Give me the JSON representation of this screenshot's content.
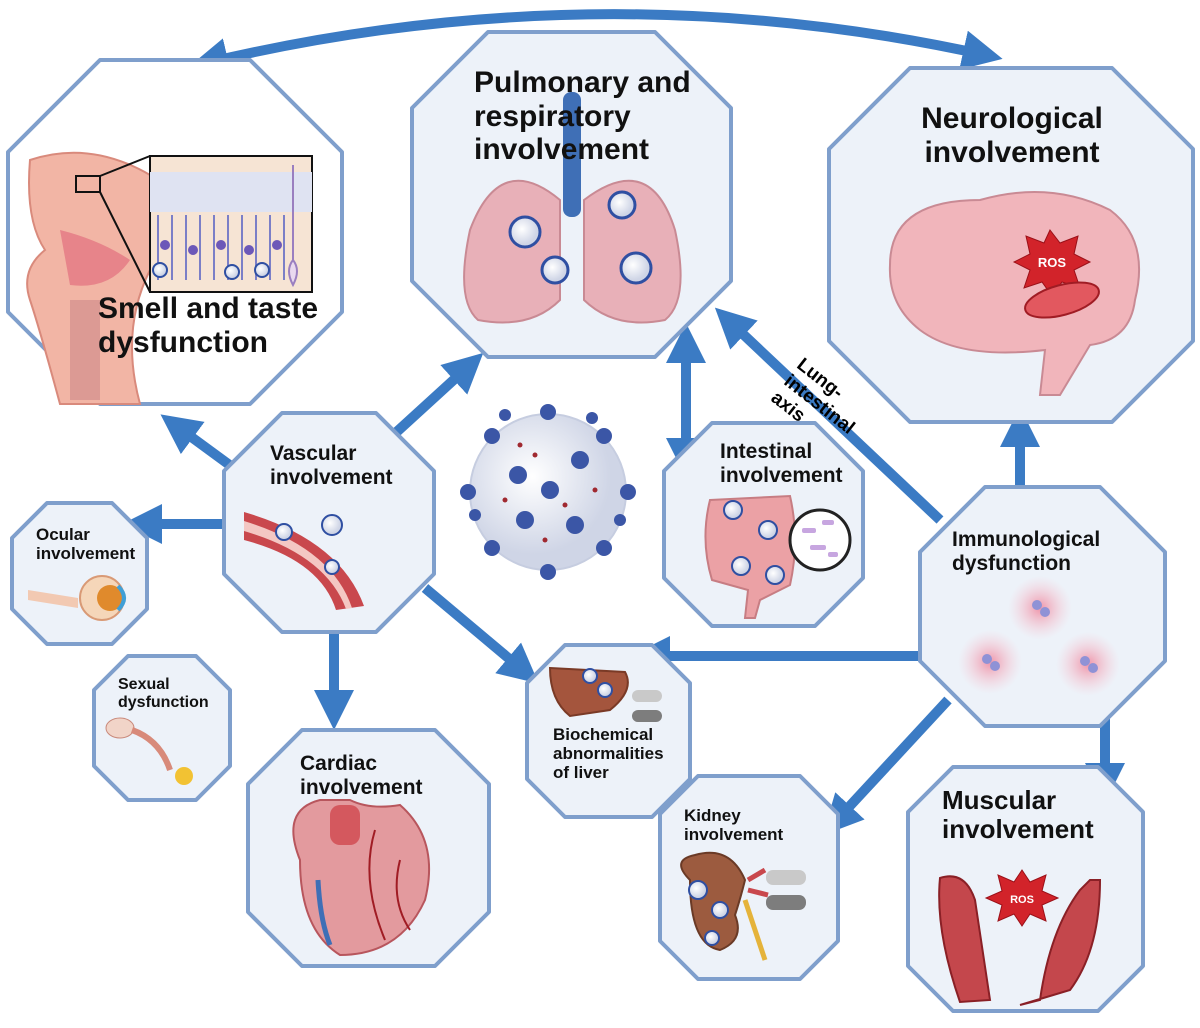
{
  "nodes": {
    "smell_taste": "Smell and taste dysfunction",
    "pulmonary": "Pulmonary and respiratory involvement",
    "neurological": "Neurological involvement",
    "vascular": "Vascular involvement",
    "intestinal": "Intestinal involvement",
    "immunological": "Immunological dysfunction",
    "ocular": "Ocular involvement",
    "sexual": "Sexual dysfunction",
    "cardiac": "Cardiac involvement",
    "liver": "Biochemical abnormalities of liver",
    "kidney": "Kidney involvement",
    "muscular": "Muscular involvement"
  },
  "edge_labels": {
    "lung_intestinal": "Lung-intestinal axis"
  },
  "badges": {
    "ros_brain": "ROS",
    "ros_muscle": "ROS"
  },
  "colors": {
    "arrow": "#3b7bc4",
    "octagon_border": "#7f9fcc",
    "octagon_fill": "#edf2f9",
    "tissue": "#e8a3a8",
    "virus": "#2f4fa2",
    "ros": "#d2232a"
  }
}
